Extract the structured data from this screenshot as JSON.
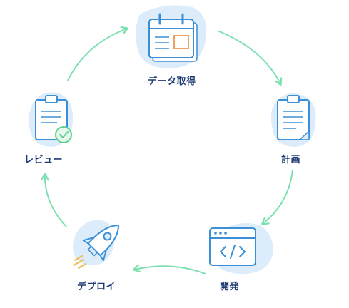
{
  "colors": {
    "arrow": "#7be0b0",
    "blob": "#dcecfa",
    "icon_stroke": "#3b8fd6",
    "icon_fill": "#ffffff",
    "accent_orange": "#f2a15f",
    "accent_green": "#5fd08f",
    "label": "#1f3b73"
  },
  "steps": [
    {
      "id": "data",
      "label": "データ取得",
      "icon": "calendar-icon"
    },
    {
      "id": "plan",
      "label": "計画",
      "icon": "clipboard-icon"
    },
    {
      "id": "dev",
      "label": "開発",
      "icon": "code-window-icon"
    },
    {
      "id": "deploy",
      "label": "デプロイ",
      "icon": "rocket-icon"
    },
    {
      "id": "review",
      "label": "レビュー",
      "icon": "clipboard-check-icon"
    }
  ]
}
